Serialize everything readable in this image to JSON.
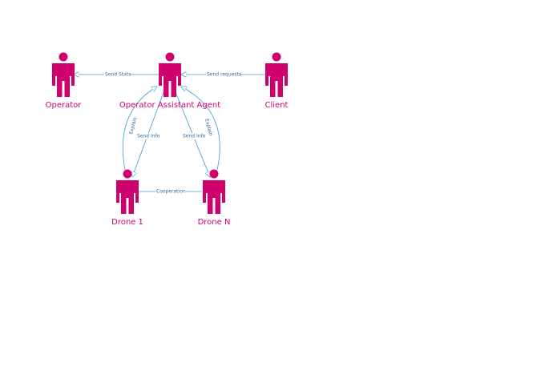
{
  "colors": {
    "actor": "#d1006f",
    "edge": "#3c9bd1",
    "edge_text": "#2a6e99",
    "background": "#ffffff"
  },
  "actors": {
    "operator": {
      "label": "Operator"
    },
    "assistant": {
      "label": "Operator Assistant Agent"
    },
    "client": {
      "label": "Client"
    },
    "drone1": {
      "label": "Drone 1"
    },
    "droneN": {
      "label": "Drone N"
    }
  },
  "edges": {
    "send_stats": {
      "label": "Send Stats"
    },
    "send_requests": {
      "label": "Send requests"
    },
    "explain_left": {
      "label": "Explain"
    },
    "explain_right": {
      "label": "Explain"
    },
    "send_info_left": {
      "label": "Send Info"
    },
    "send_info_right": {
      "label": "Send Info"
    },
    "cooperation": {
      "label": "Cooperation"
    }
  }
}
